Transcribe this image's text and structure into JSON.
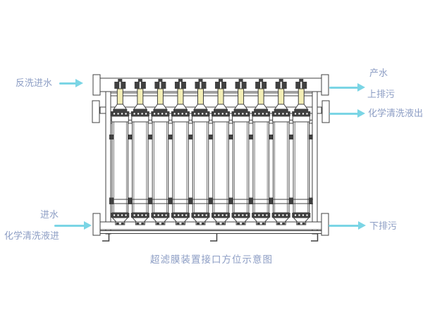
{
  "diagram": {
    "caption": "超滤膜装置接口方位示意图",
    "module_count": 10,
    "colors": {
      "line": "#404040",
      "stem_fill": "#f3eeb5",
      "arrow": "#7bd5e5",
      "label_text": "#8c9dc4",
      "background": "#ffffff"
    },
    "labels": {
      "backwash_in": "反洗进水",
      "product_water": "产水",
      "upper_drain": "上排污",
      "chem_clean_out": "化学清洗液出",
      "feed_in": "进水",
      "chem_clean_in": "化学清洗液进",
      "lower_drain": "下排污"
    }
  }
}
